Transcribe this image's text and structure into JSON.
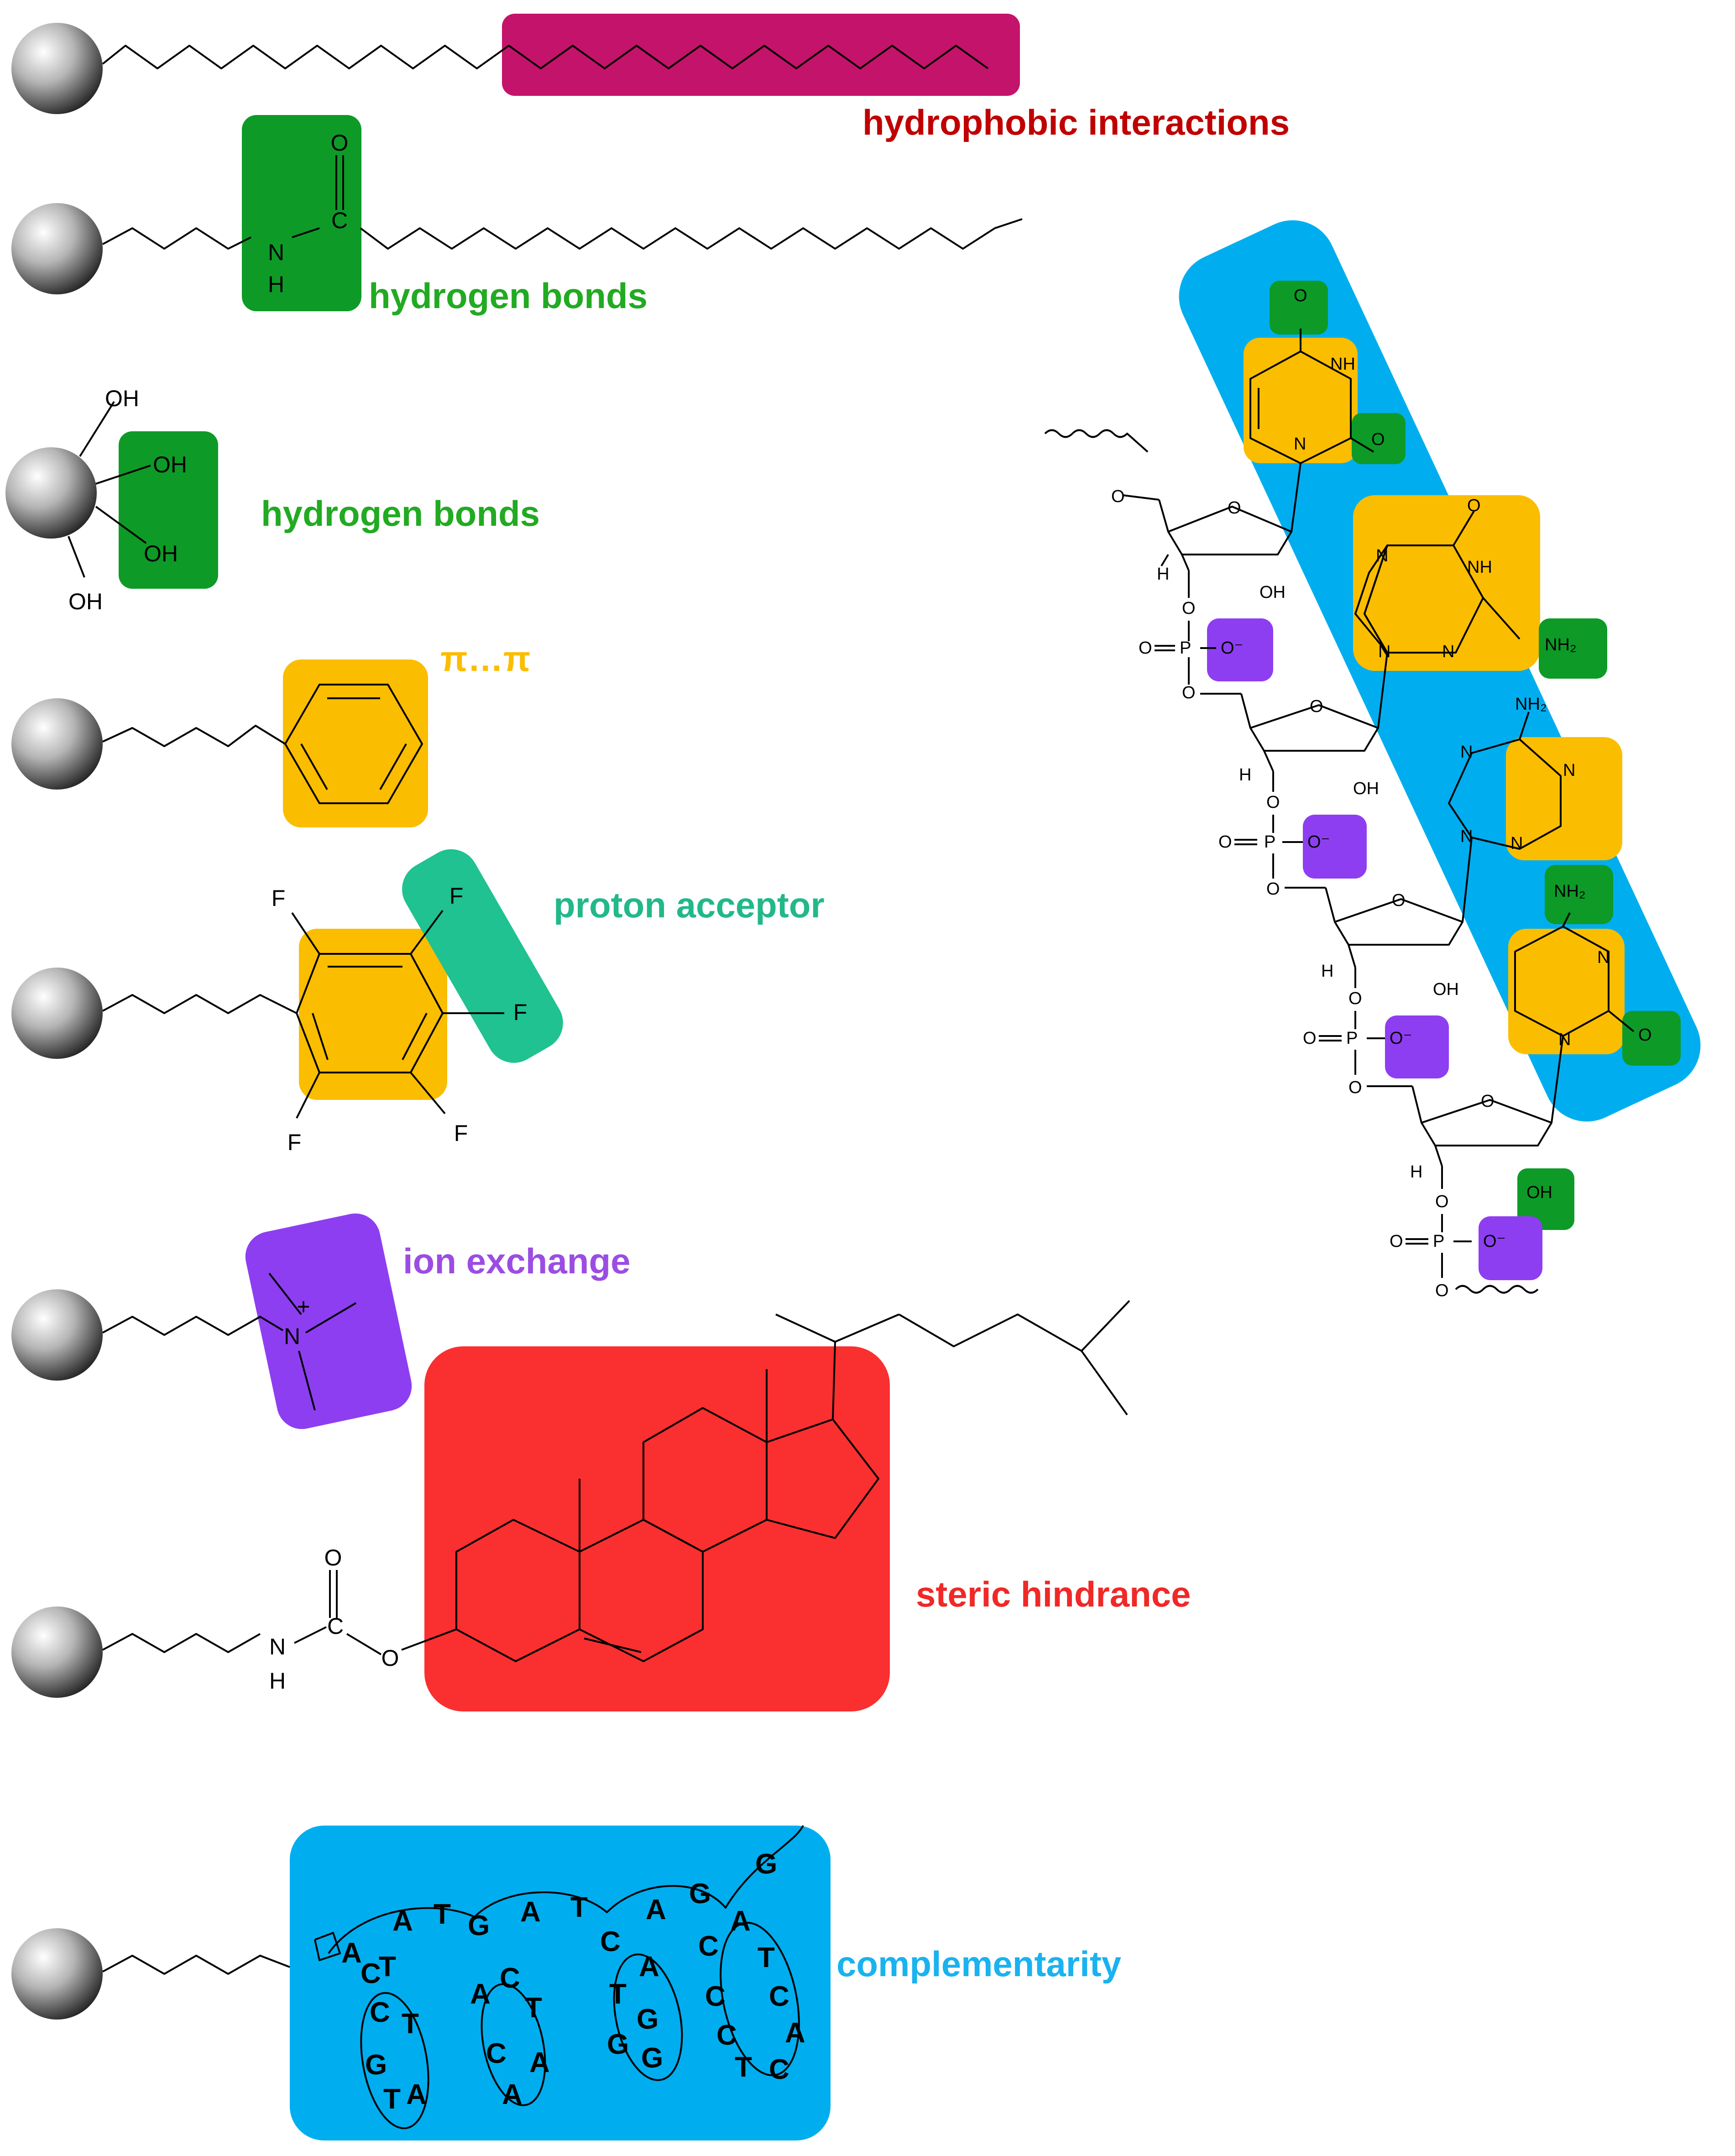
{
  "labels": {
    "hydrophobic": "hydrophobic interactions",
    "hbond1": "hydrogen bonds",
    "hbond2": "hydrogen bonds",
    "pi": "π…π",
    "proton_acceptor": "proton acceptor",
    "ion_exchange": "ion exchange",
    "steric": "steric hindrance",
    "complementarity": "complementarity"
  },
  "atoms": {
    "O": "O",
    "N": "N",
    "H": "H",
    "OH": "OH",
    "F": "F",
    "P": "P",
    "NH": "NH",
    "NH2": "NH₂",
    "O_minus": "O⁻",
    "plus": "+"
  },
  "dna_letters": [
    "A",
    "C",
    "T",
    "C",
    "T",
    "G",
    "T",
    "A",
    "A",
    "T",
    "G",
    "A",
    "C",
    "T",
    "C",
    "A",
    "A",
    "A",
    "T",
    "C",
    "A",
    "T",
    "G",
    "G",
    "G",
    "A",
    "G",
    "C",
    "A",
    "C",
    "C",
    "T",
    "T",
    "C",
    "G",
    "C",
    "A"
  ],
  "colors": {
    "hydrophobic_box": "#c4136a",
    "hydrophobic_text": "#c00000",
    "hbond": "#0e9a27",
    "hbond_text": "#22aa22",
    "pi_box": "#fbbd00",
    "proton_box": "#1fc290",
    "proton_text": "#22b88a",
    "ion_box": "#8e3ef1",
    "ion_text": "#9b4de3",
    "steric_box": "#fa2f2f",
    "steric_text": "#f02828",
    "complement_box": "#00aeef",
    "complement_text": "#1ab2ef"
  }
}
